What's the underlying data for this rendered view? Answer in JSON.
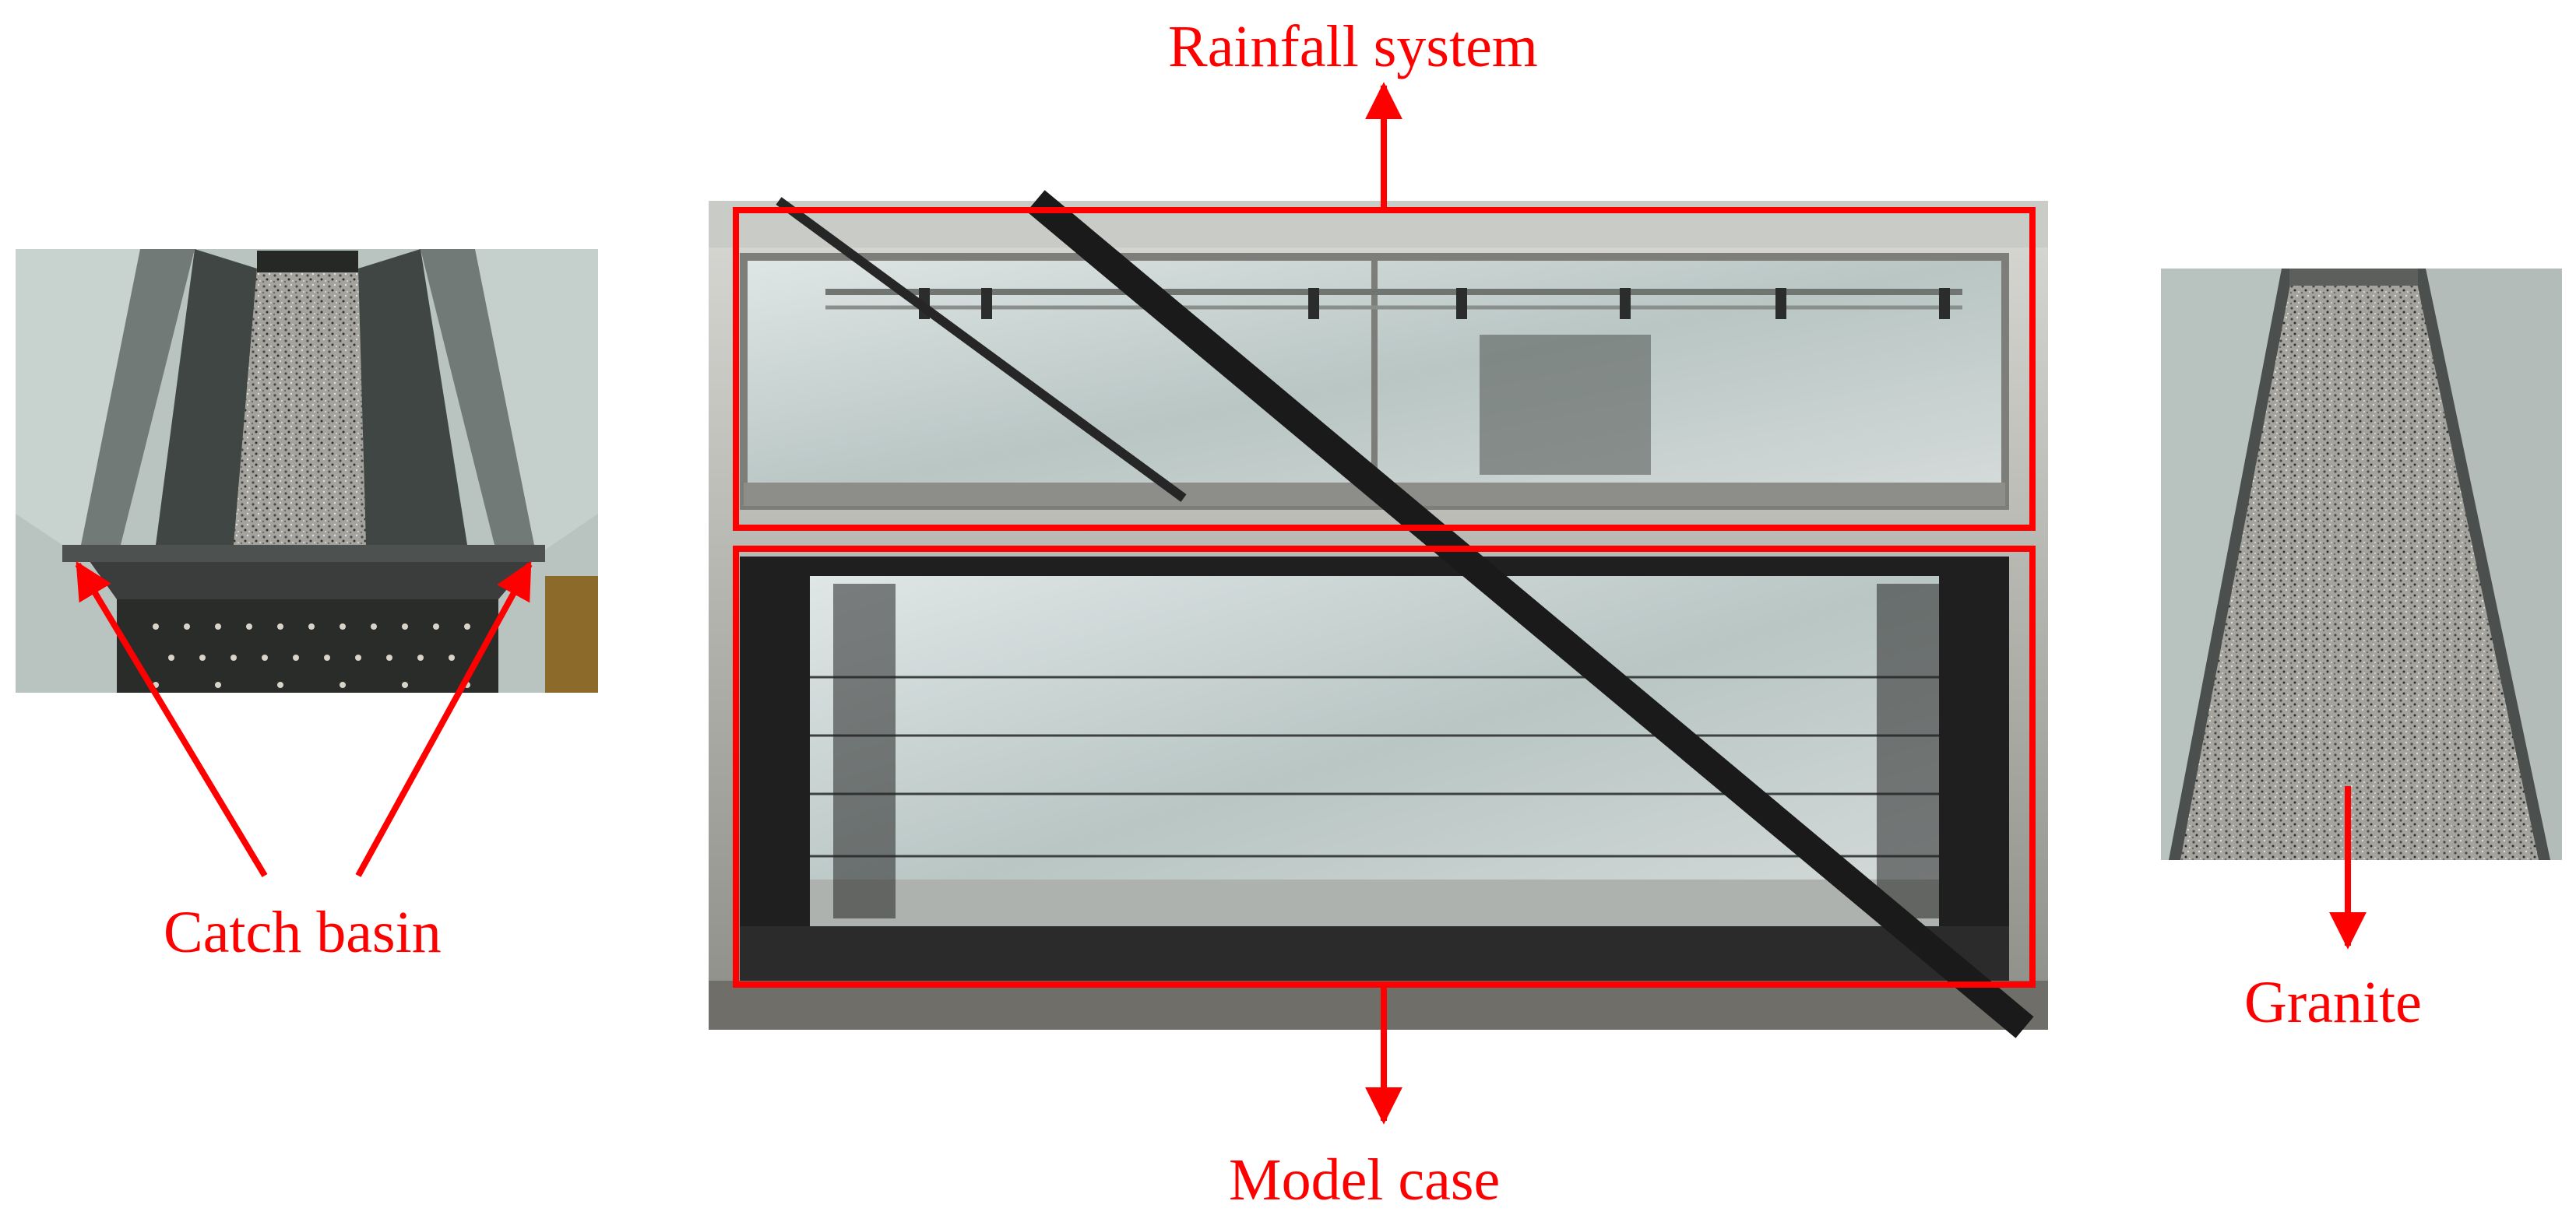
{
  "figure": {
    "labels": {
      "rainfall_system": "Rainfall system",
      "model_case": "Model case",
      "catch_basin": "Catch basin",
      "granite": "Granite"
    },
    "colors": {
      "annotation": "#ff0000",
      "steel_frame": "#1f1f1f",
      "glass": "#cfd8d8",
      "granite_fill": "#9a9a96"
    }
  }
}
